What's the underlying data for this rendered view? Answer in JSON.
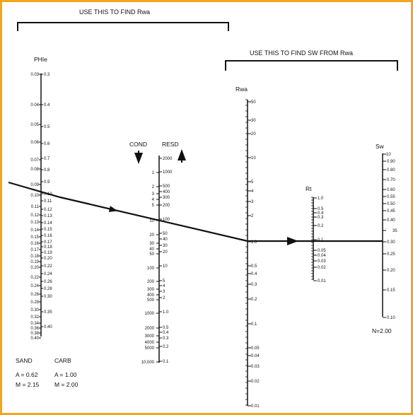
{
  "headers": {
    "find_rwa": "USE THIS TO FIND Rwa",
    "find_sw": "USE THIS TO FIND SW FROM Rwa"
  },
  "scales": {
    "phie": {
      "title": "PHIe",
      "left_ticks": [
        "0.03",
        "0.04",
        "0.05",
        "0.06",
        "0.07",
        "0.08",
        "0.09",
        "0.10",
        "0.11",
        "0.12",
        "0.13",
        "0.14",
        "0.15",
        "0.16",
        "0.17",
        "0.18",
        "0.19",
        "0.20",
        "0.22",
        "0.24",
        "0.26",
        "0.28",
        "0.30",
        "0.32",
        "0.34",
        "0.36",
        "0.38",
        "0.40"
      ],
      "right_ticks": [
        "0.3",
        "0.4",
        "0.5",
        "0.6",
        "0.7",
        "0.8",
        "0.9",
        "0.10",
        "0.11",
        "0.12",
        "0.13",
        "0.14",
        "0.15",
        "0.16",
        "0.17",
        "0.18",
        "0.19",
        "0.20",
        "0.22",
        "0.24",
        "0.26",
        "0.28",
        "0.30",
        "0.35",
        "0.40"
      ]
    },
    "cond": {
      "title": "COND",
      "ticks": [
        "1",
        "2",
        "3",
        "4",
        "5",
        "10",
        "20",
        "30",
        "40",
        "50",
        "100",
        "200",
        "300",
        "400",
        "500",
        "1000",
        "2000",
        "3000",
        "4000",
        "5000",
        "10,000"
      ]
    },
    "resd": {
      "title": "RESD",
      "ticks": [
        "2000",
        "1000",
        "500",
        "400",
        "300",
        "200",
        "100",
        "50",
        "40",
        "30",
        "20",
        "10",
        "5",
        "4",
        "3",
        "2",
        "1.0",
        "0.5",
        "0.4",
        "0.3",
        "0.2",
        "0.1"
      ]
    },
    "rwa": {
      "title": "Rwa",
      "ticks": [
        "50",
        "30",
        "20",
        "10",
        "5",
        "4",
        "3",
        "2",
        "1.0",
        "0.5",
        "0.4",
        "0.3",
        "0.2",
        "0.1",
        "0.05",
        "0.04",
        "0.03",
        "0.02",
        "0.01"
      ]
    },
    "rt": {
      "title": "Rt",
      "ticks": [
        "1.0",
        "0.5",
        "0.4",
        "0.3",
        "0.2",
        "0.1",
        "0.05",
        "0.04",
        "0.03",
        "0.02",
        "0.01"
      ]
    },
    "sw": {
      "title": "Sw",
      "ticks": [
        "10",
        "0.90",
        "0.80",
        "0.70",
        "0.60",
        "0.55",
        "0.50",
        "0.45",
        "0.40",
        "35",
        "0.30",
        "0.25",
        "0.20",
        "0.15",
        "0.10"
      ],
      "n_label": "N=2.00"
    }
  },
  "constants": {
    "sand": {
      "label": "SAND",
      "a": "A = 0.62",
      "m": "M = 2.15"
    },
    "carb": {
      "label": "CARB",
      "a": "A = 1.00",
      "m": "M = 2.00"
    }
  }
}
